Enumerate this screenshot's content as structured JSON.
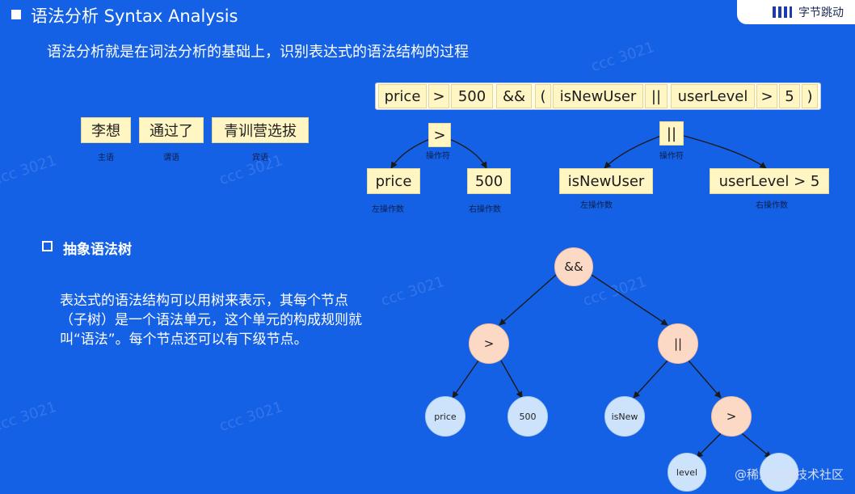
{
  "header": {
    "title": "语法分析 Syntax Analysis",
    "intro": "语法分析就是在词法分析的基础上，识别表达式的语法结构的过程",
    "logo_text": "字节跳动"
  },
  "tokens": [
    "price",
    ">",
    "500",
    "&&",
    "(",
    "isNewUser",
    "||",
    "userLevel",
    ">",
    "5",
    ")"
  ],
  "sentence": {
    "words": [
      {
        "text": "李想",
        "role": "主语"
      },
      {
        "text": "通过了",
        "role": "谓语"
      },
      {
        "text": "青训营选拔",
        "role": "宾语"
      }
    ]
  },
  "mini_trees": [
    {
      "op": "&gt;",
      "op_label": "操作符",
      "left": "price",
      "left_label": "左操作数",
      "right": "500",
      "right_label": "右操作数"
    },
    {
      "op": "||",
      "op_label": "操作符",
      "left": "isNewUser",
      "left_label": "左操作数",
      "right": "userLevel > 5",
      "right_label": "右操作数"
    }
  ],
  "ast_section": {
    "title": "抽象语法树",
    "lines": [
      "表达式的语法结构可以用树来表示，其每个节点",
      "（子树）是一个语法单元，这个单元的构成规则就",
      "叫“语法”。每个节点还可以有下级节点。"
    ]
  },
  "ast_nodes": {
    "root": "&&",
    "gt": ">",
    "or": "||",
    "price": "price",
    "five_hundred": "500",
    "isnew": "isNew",
    "gt2": ">",
    "level": "level"
  },
  "watermark": "@稀土掘金技术社区",
  "faint_watermark": "ccc 3021",
  "colors": {
    "background": "#1561e6",
    "token_fill": "#fff6c4",
    "operator_node": "#fbd9c5",
    "leaf_node": "#cde3fb"
  }
}
